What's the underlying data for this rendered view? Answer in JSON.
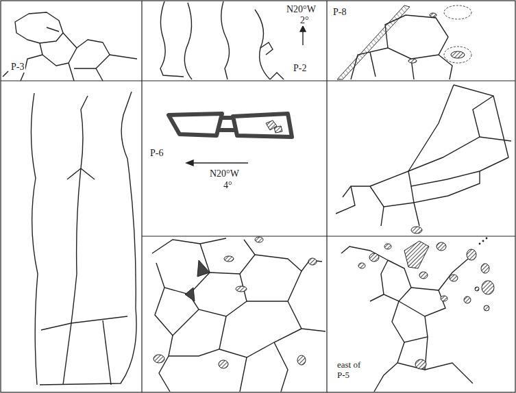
{
  "diagram": {
    "labels": [
      "P-3",
      "P-2",
      "N20°W",
      "2°",
      "P-8",
      "P-6",
      "N20°W",
      "4°",
      "east of P-5"
    ]
  }
}
